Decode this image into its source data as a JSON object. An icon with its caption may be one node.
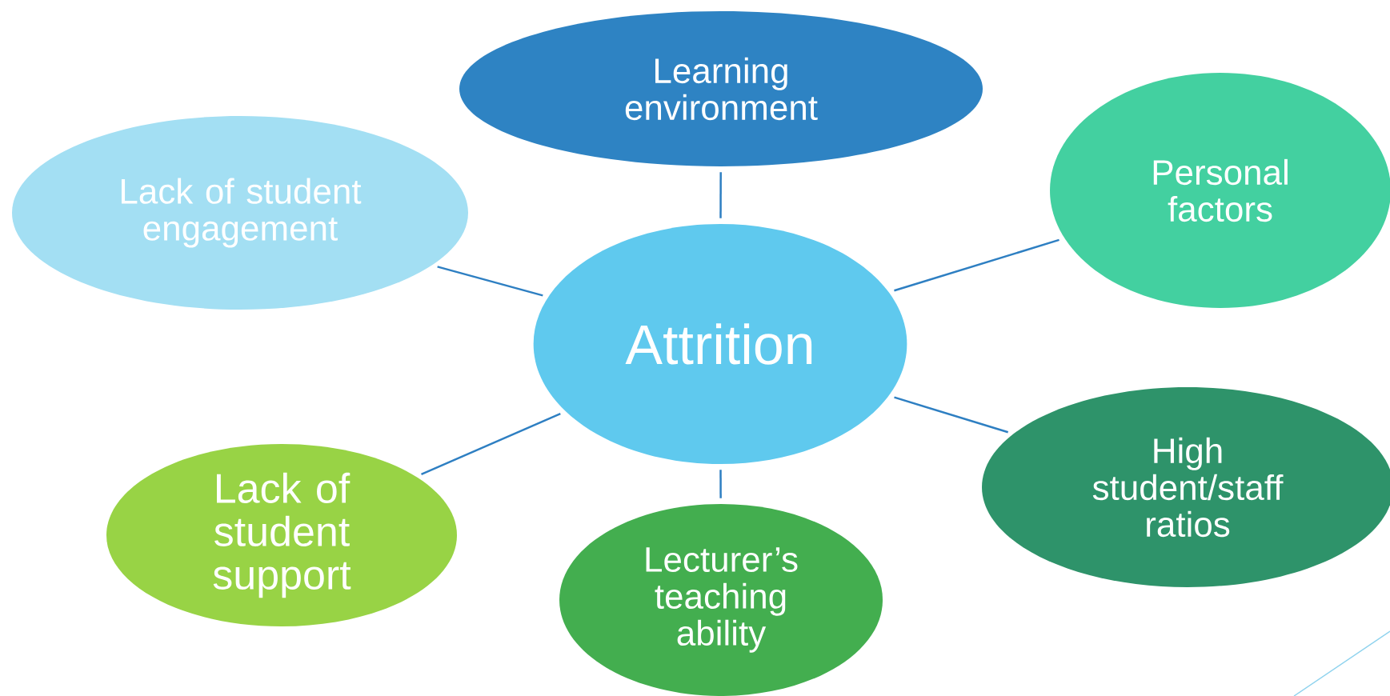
{
  "diagram": {
    "nodes": [
      {
        "text": [
          "Learning environment"
        ]
      },
      {
        "text": [
          "Personal factors"
        ]
      },
      {
        "text": [
          "Lack of student engagement"
        ]
      },
      {
        "text": [
          "Attrition"
        ]
      },
      {
        "text": [
          "High student/staff ratios"
        ]
      },
      {
        "text": [
          "Lack of student support"
        ]
      },
      {
        "text": [
          "Lecturer’s teaching ability"
        ]
      }
    ],
    "edges": [
      {
        "from": 3,
        "to": 0,
        "arrow": "none"
      },
      {
        "from": 3,
        "to": 1,
        "arrow": "none"
      },
      {
        "from": 3,
        "to": 2,
        "arrow": "none"
      },
      {
        "from": 3,
        "to": 4,
        "arrow": "none"
      },
      {
        "from": 3,
        "to": 5,
        "arrow": "none"
      },
      {
        "from": 3,
        "to": 6,
        "arrow": "none"
      }
    ]
  }
}
